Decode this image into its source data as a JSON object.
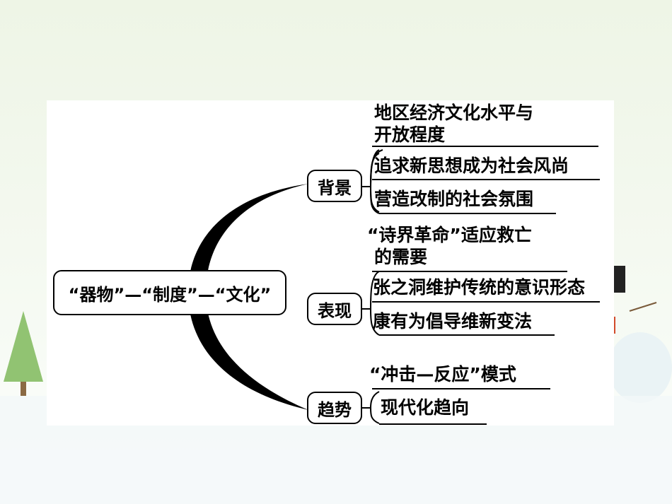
{
  "diagram": {
    "root": "“器物”—“制度”—“文化”",
    "branches": [
      {
        "label": "背景",
        "items": [
          "地区经济文化水平与",
          "开放程度",
          "追求新思想成为社会风尚",
          "营造改制的社会氛围"
        ]
      },
      {
        "label": "表现",
        "items": [
          "“诗界革命”适应救亡",
          "的需要",
          "张之洞维护传统的意识形态",
          "康有为倡导维新变法"
        ]
      },
      {
        "label": "趋势",
        "items": [
          "“冲击—反应”模式",
          "现代化趋向"
        ]
      }
    ]
  },
  "colors": {
    "line": "#000000",
    "background": "#ffffff"
  }
}
